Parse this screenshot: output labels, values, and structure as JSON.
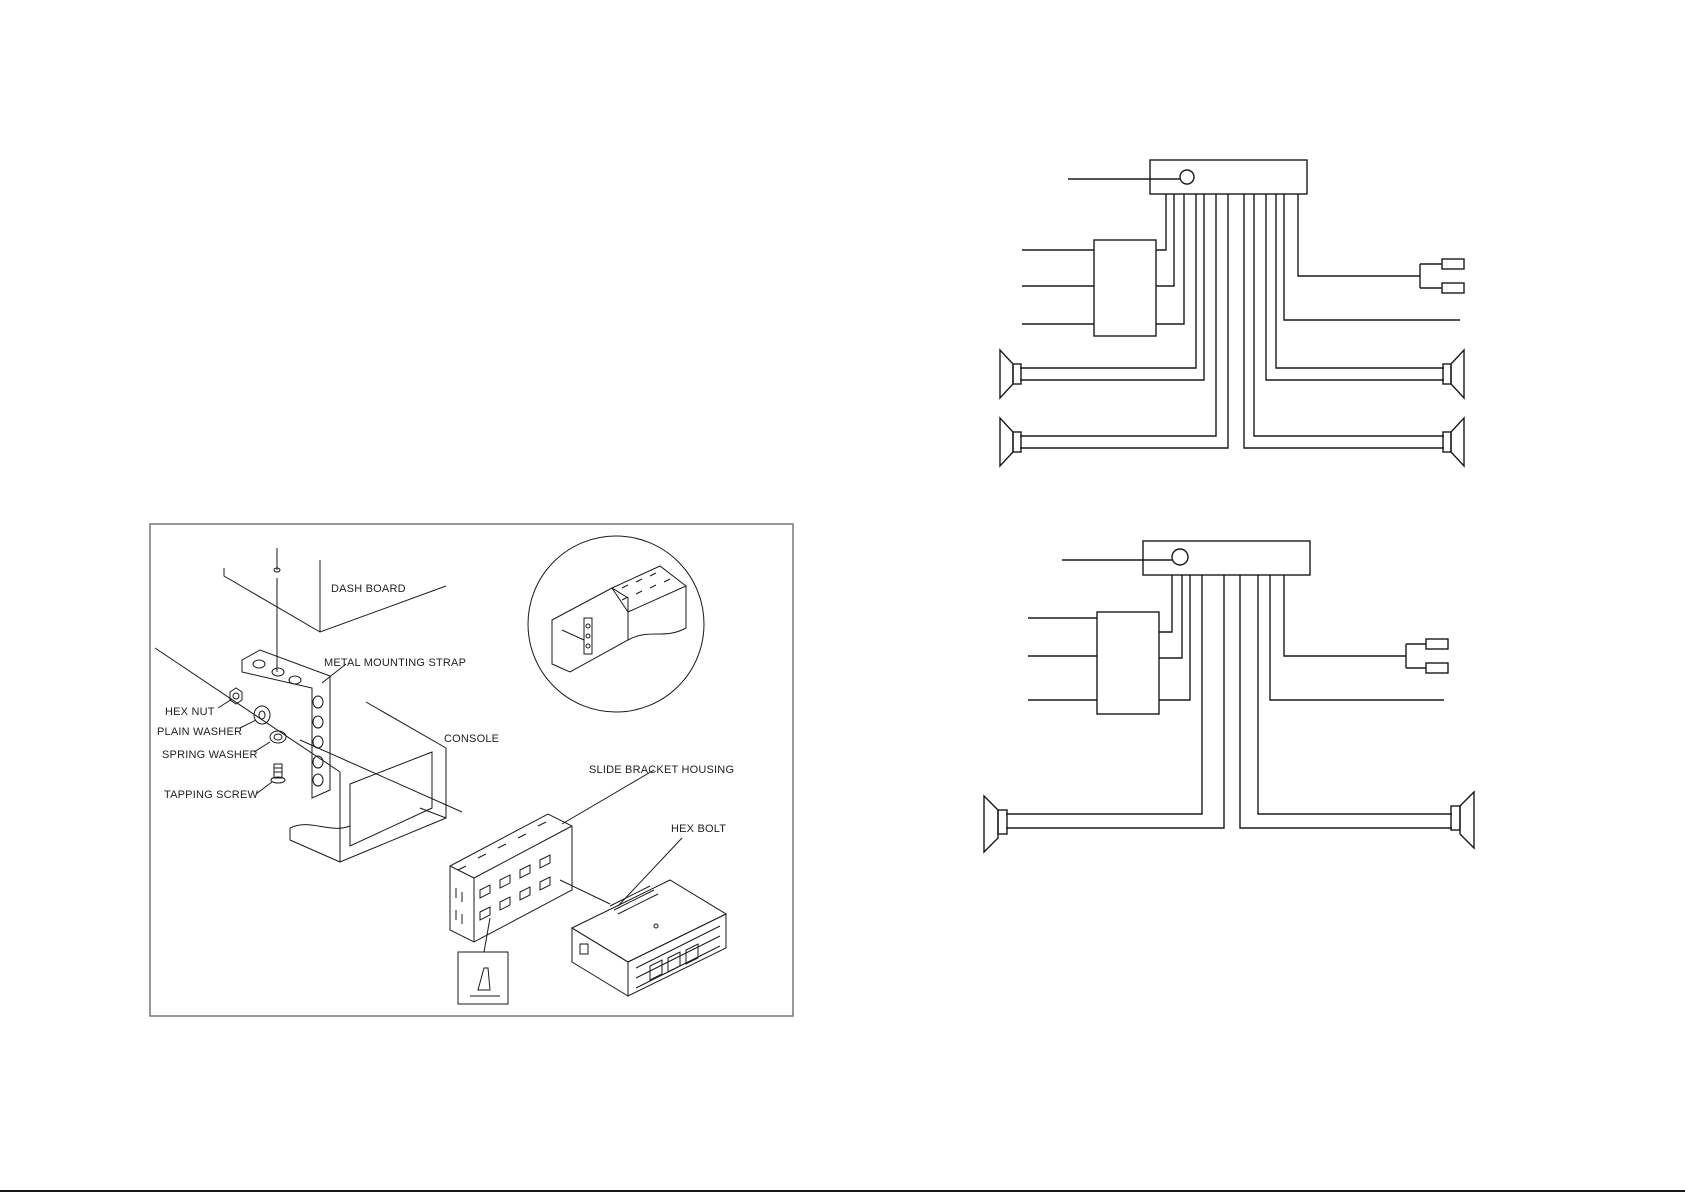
{
  "installation_diagram": {
    "labels": {
      "dash_board": "DASH BOARD",
      "metal_mounting_strap": "METAL MOUNTING STRAP",
      "hex_nut": "HEX NUT",
      "plain_washer": "PLAIN WASHER",
      "spring_washer": "SPRING WASHER",
      "tapping_screw": "TAPPING SCREW",
      "console": "CONSOLE",
      "slide_bracket_housing": "SLIDE BRACKET HOUSING",
      "hex_bolt": "HEX BOLT"
    }
  },
  "wiring_diagram_4_speaker": {
    "speakers": 4,
    "antenna_plugs": 2
  },
  "wiring_diagram_2_speaker": {
    "speakers": 2,
    "antenna_plugs": 2
  },
  "colors": {
    "line": "#1a1a1a",
    "frame": "#777777"
  }
}
